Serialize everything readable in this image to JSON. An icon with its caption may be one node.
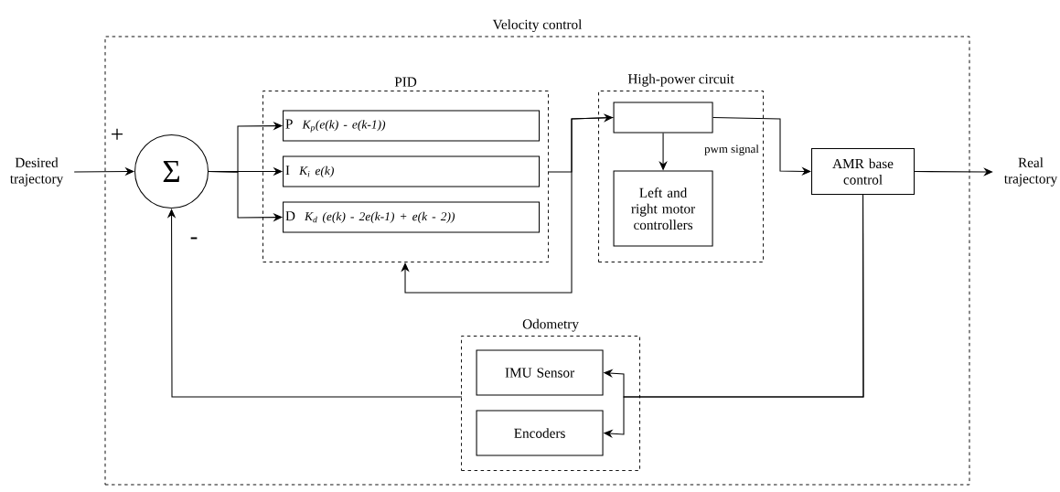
{
  "diagram": {
    "nodes": [
      {
        "text": [
          "Velocity control"
        ]
      },
      {
        "text": [
          "Desired trajectory"
        ]
      },
      {
        "text": [
          "Σ"
        ],
        "in": 0
      },
      {
        "text": [
          "PID"
        ],
        "in": 0
      },
      {
        "text": [
          "P",
          "K$_{p}$(e(k) - e(k-1))"
        ],
        "in": 3
      },
      {
        "text": [
          "I",
          "K$_{i}$ e(k)"
        ],
        "in": 3
      },
      {
        "text": [
          "D",
          "K$_{d}$ (e(k) - 2e(k-1) + e(k - 2))"
        ],
        "in": 3
      },
      {
        "text": [
          "High-power circuit"
        ],
        "in": 0
      },
      {
        "text": [],
        "shape": "box",
        "in": 7
      },
      {
        "text": [
          "Left and right motor controllers"
        ],
        "in": 7
      },
      {
        "text": [
          "AMR base control"
        ],
        "in": 0
      },
      {
        "text": [
          "Real trajectory"
        ]
      },
      {
        "text": [
          "Odometry"
        ],
        "in": 0
      },
      {
        "text": [
          "IMU Sensor"
        ],
        "in": 12
      },
      {
        "text": [
          "Encoders"
        ],
        "in": 12
      }
    ],
    "edges": [
      {
        "from": 1,
        "to": 2,
        "arrow": "to",
        "label": "+"
      },
      {
        "from": 2,
        "to": 4,
        "arrow": "to"
      },
      {
        "from": 2,
        "to": 5,
        "arrow": "to"
      },
      {
        "from": 2,
        "to": 6,
        "arrow": "to"
      },
      {
        "from": 3,
        "to": 8,
        "arrow": "to"
      },
      {
        "from": 8,
        "to": 3,
        "arrow": "to"
      },
      {
        "from": 8,
        "to": 9,
        "arrow": "to",
        "label": "pwm signal"
      },
      {
        "from": 8,
        "to": 10,
        "arrow": "to"
      },
      {
        "from": 10,
        "to": 11,
        "arrow": "to"
      },
      {
        "from": 10,
        "to": 13,
        "arrow": "to"
      },
      {
        "from": 10,
        "to": 14,
        "arrow": "to"
      },
      {
        "from": 12,
        "to": 2,
        "arrow": "to",
        "label": "-"
      }
    ]
  }
}
